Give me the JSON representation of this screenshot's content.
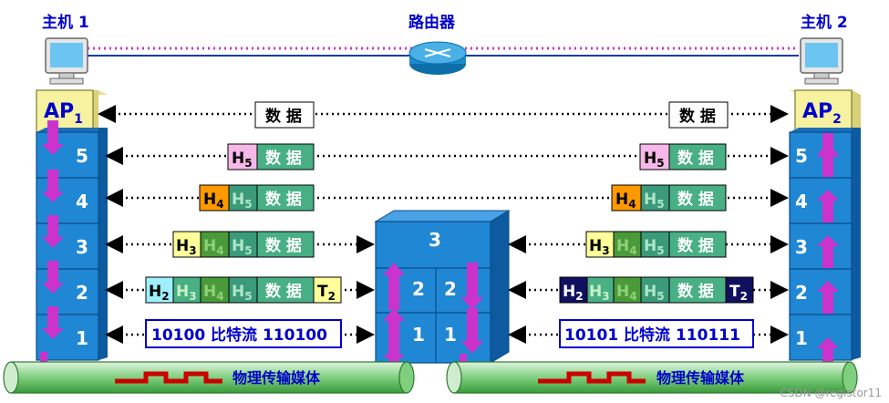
{
  "hosts": {
    "host1": "主机 1",
    "host2": "主机 2",
    "router": "路由器"
  },
  "ap": {
    "left_base": "AP",
    "left_sub": "1",
    "right_base": "AP",
    "right_sub": "2"
  },
  "layers": {
    "l5": "5",
    "l4": "4",
    "l3": "3",
    "l2": "2",
    "l1": "1"
  },
  "headers": {
    "h5": "H",
    "h5_sub": "5",
    "h4": "H",
    "h4_sub": "4",
    "h3": "H",
    "h3_sub": "3",
    "h2": "H",
    "h2_sub": "2",
    "t2": "T",
    "t2_sub": "2"
  },
  "data_label": "数 据",
  "bitstream": {
    "left": "10100 比特流 110100",
    "right": "10101 比特流 110111"
  },
  "medium": "物理传输媒体",
  "watermark": "CSDN @registor11",
  "colors": {
    "stack": "#1f87d4",
    "stack_dark": "#0d5aa0",
    "ap": "#f6f2a0",
    "arrow": "#cc33cc",
    "link": "#cc33cc",
    "text_label": "#0000cc",
    "h5": "#f6b8e8",
    "h4": "#ff9900",
    "h3": "#ffff99",
    "h2_left": "#9ff0ff",
    "h2_right": "#101060",
    "data_cell": "#48b084",
    "medium": "#8ed28e"
  }
}
